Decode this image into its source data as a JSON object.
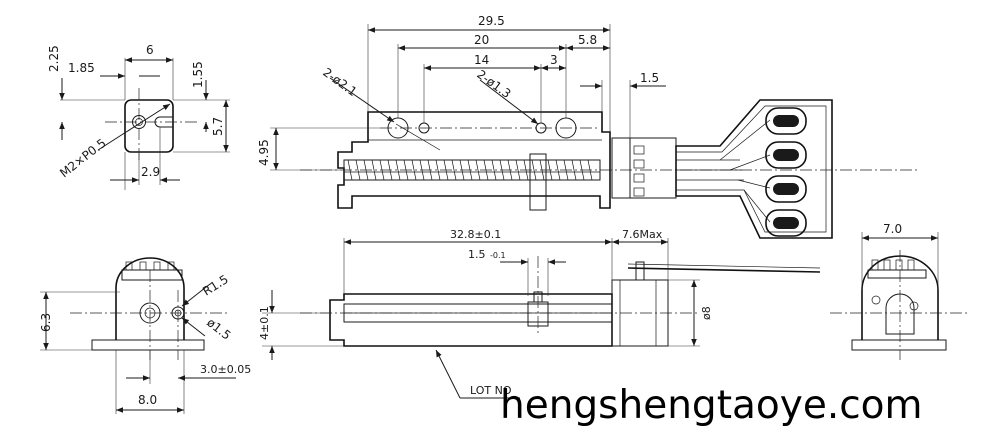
{
  "watermark": "hengshengtaoye.com",
  "top_view": {
    "dims": {
      "overall_length": "29.5",
      "hole_span": "20",
      "inner_span": "14",
      "right_offset": "5.8",
      "right_small": "3",
      "end_offset": "1.5",
      "height": "4.95",
      "hole_large": "2-ø2.1",
      "hole_small": "2-ø1.3"
    }
  },
  "end_view_top_left": {
    "dims": {
      "height_top": "2.25",
      "offset_left": "1.85",
      "width": "6",
      "height_right": "1.55",
      "slot_height": "5.7",
      "thread": "M2×P0.5",
      "bottom_offset": "2.9"
    }
  },
  "side_view": {
    "dims": {
      "total_length": "32.8±0.1",
      "stroke_small": "1.5",
      "stroke_tol": "-0.1",
      "motor_length": "7.6Max",
      "motor_dia": "ø8",
      "shaft_height": "4±0.1",
      "lot_label": "LOT NO"
    }
  },
  "front_view_bottom_left": {
    "dims": {
      "radius": "R1.5",
      "hole_dia": "ø1.5",
      "height": "6.3",
      "offset": "3.0±0.05",
      "width": "8.0"
    }
  },
  "right_end_view": {
    "dims": {
      "width": "7.0"
    }
  }
}
